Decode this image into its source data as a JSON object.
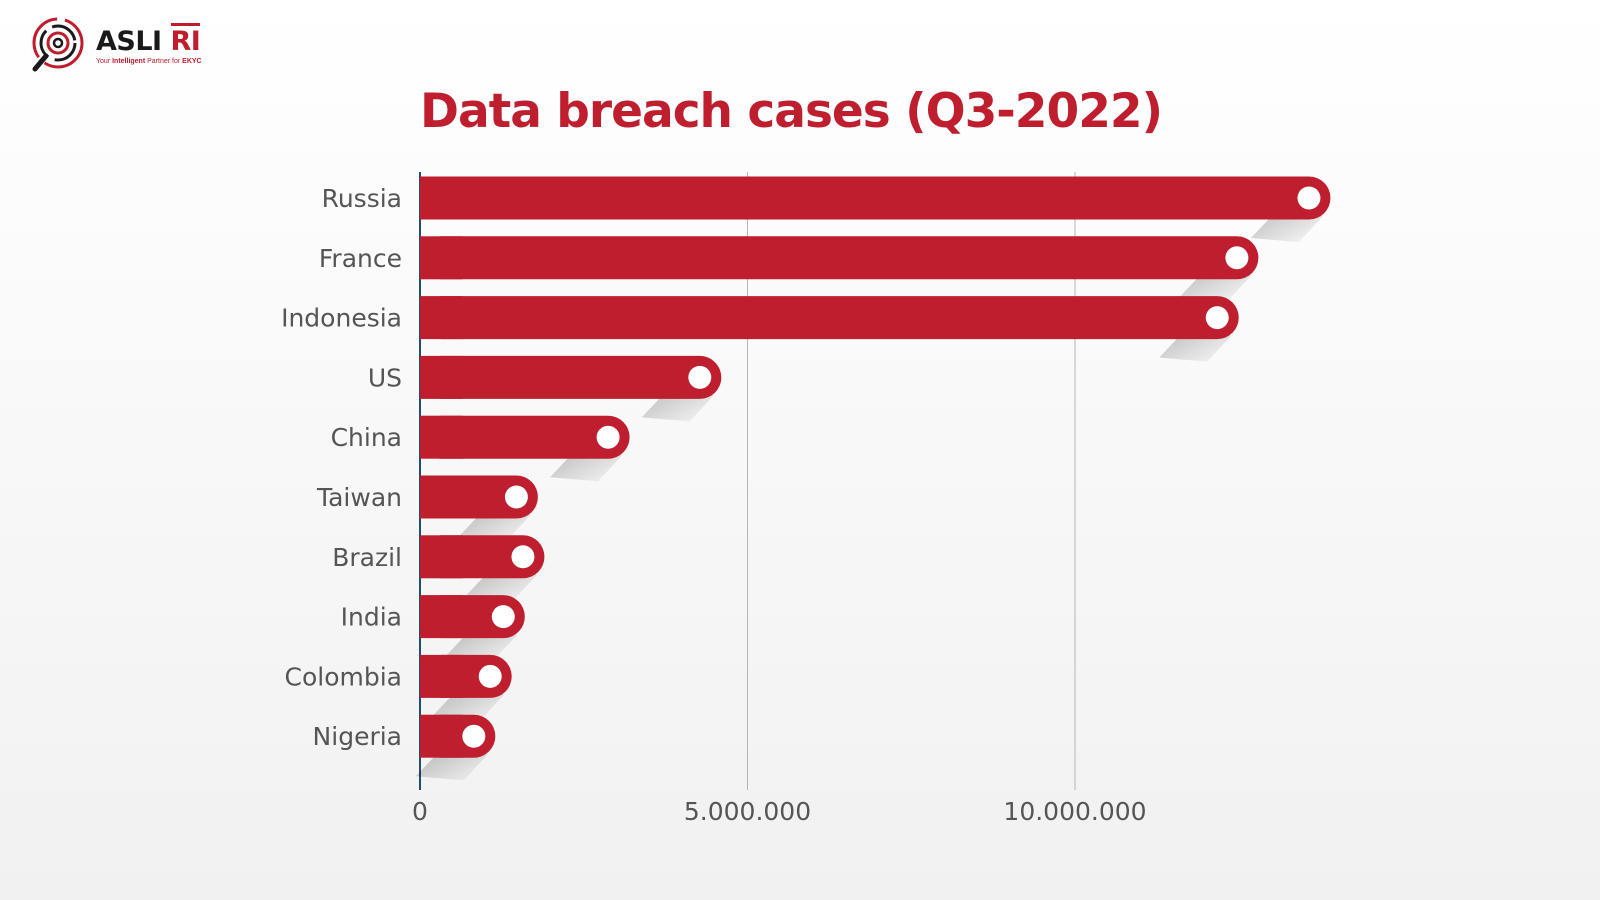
{
  "brand": {
    "name": "ASLI",
    "name_accent": "RI",
    "tagline_prefix": "Your",
    "tagline_bold": "Intelligent",
    "tagline_mid": "Partner for",
    "tagline_end": "EKYC"
  },
  "chart_data": {
    "type": "bar",
    "orientation": "horizontal",
    "title": "Data breach cases (Q3-2022)",
    "categories": [
      "Russia",
      "France",
      "Indonesia",
      "US",
      "China",
      "Taiwan",
      "Brazil",
      "India",
      "Colombia",
      "Nigeria"
    ],
    "values": [
      13900000,
      12800000,
      12500000,
      4600000,
      3200000,
      1800000,
      1900000,
      1600000,
      1400000,
      1150000
    ],
    "xlim": [
      0,
      14000000
    ],
    "xticks": [
      0,
      5000000,
      10000000
    ],
    "xtick_labels": [
      "0",
      "5.000.000",
      "10.000.000"
    ],
    "grid": "vertical",
    "legend": "none",
    "colors": {
      "bar": "#be1e2d",
      "marker": "#ffffff",
      "axis": "#1f4e6e",
      "grid": "#b5b5b5"
    }
  }
}
